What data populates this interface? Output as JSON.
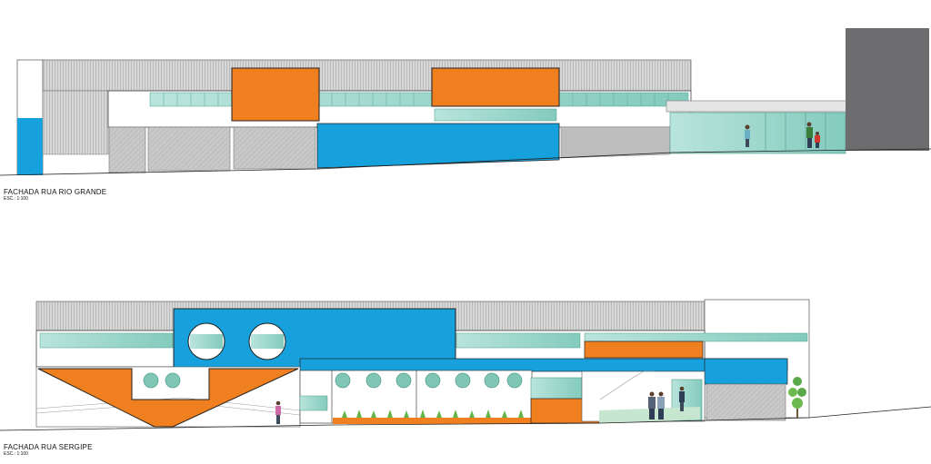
{
  "elevations": [
    {
      "title": "FACHADA RUA RIO GRANDE",
      "scale": "ESC.: 1:100"
    },
    {
      "title": "FACHADA RUA SERGIPE",
      "scale": "ESC.: 1:100"
    }
  ],
  "colors": {
    "orange": "#f07f1f",
    "blue": "#16a1dd",
    "glass": "#9ad6cb",
    "glass_dark": "#6dbfae",
    "roof": "#d9d9d9",
    "gate": "#c9c9c9",
    "dark_block": "#6d6d6f",
    "outline": "#2b2b2b"
  }
}
